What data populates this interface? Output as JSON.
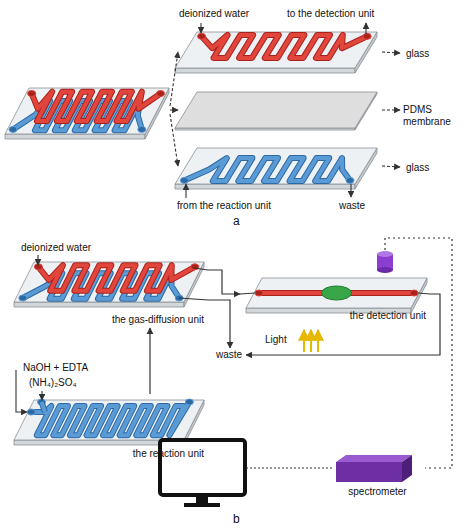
{
  "diagram": {
    "nodes": [
      {
        "text": [
          "glass"
        ]
      },
      {
        "text": [
          "PDMS membrane"
        ]
      },
      {
        "text": [
          "glass"
        ]
      },
      {
        "text": [
          "the gas-diffusion unit"
        ]
      },
      {
        "text": [
          "the detection unit"
        ]
      },
      {
        "text": [
          "waste"
        ]
      },
      {
        "text": [
          "the reaction unit"
        ]
      },
      {
        "text": [
          "spectrometer"
        ]
      }
    ],
    "edges": [
      {
        "from": 6,
        "to": 3,
        "arrow": "to"
      },
      {
        "from": 3,
        "to": 4,
        "arrow": "to"
      },
      {
        "from": 3,
        "to": 5,
        "arrow": "to"
      },
      {
        "from": 4,
        "to": 5,
        "arrow": "to"
      },
      {
        "from": 4,
        "to": 7,
        "arrow": "none"
      }
    ],
    "labels": [
      "deionized water",
      "to the detection unit",
      "from the reaction unit",
      "waste",
      "a",
      "deionized water",
      "NaOH + EDTA",
      "(NH₄)₂SO₄",
      "Light",
      "b"
    ]
  }
}
